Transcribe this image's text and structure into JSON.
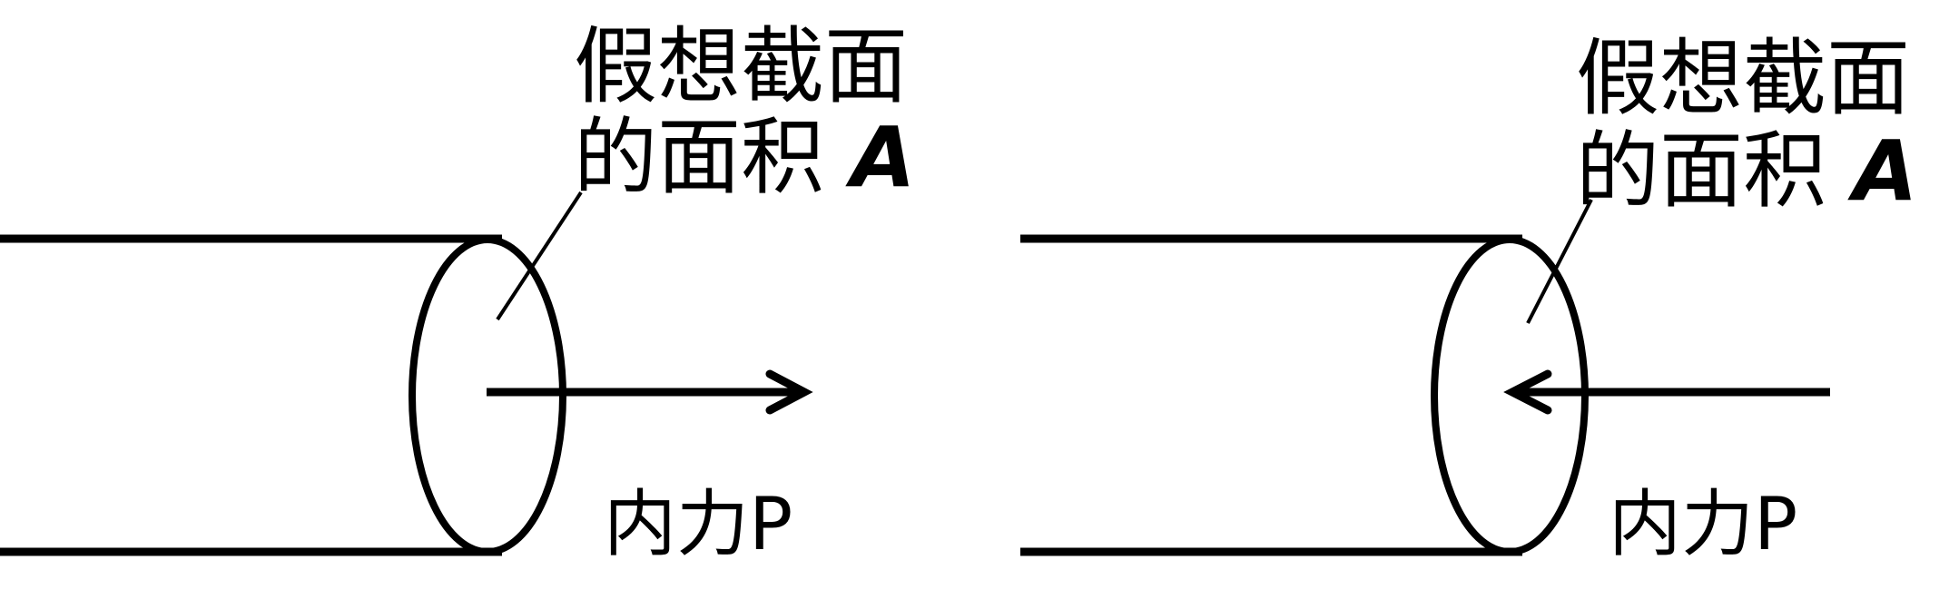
{
  "diagrams": [
    {
      "section_label_line1": "假想截面",
      "section_label_line2_text": "的面积 ",
      "section_label_symbol": "A",
      "force_label": "内力P",
      "force_direction": "tension"
    },
    {
      "section_label_line1": "假想截面",
      "section_label_line2_text": "的面积 ",
      "section_label_symbol": "A",
      "force_label": "内力P",
      "force_direction": "compression"
    }
  ],
  "colors": {
    "stroke": "#000000",
    "background": "#ffffff"
  }
}
